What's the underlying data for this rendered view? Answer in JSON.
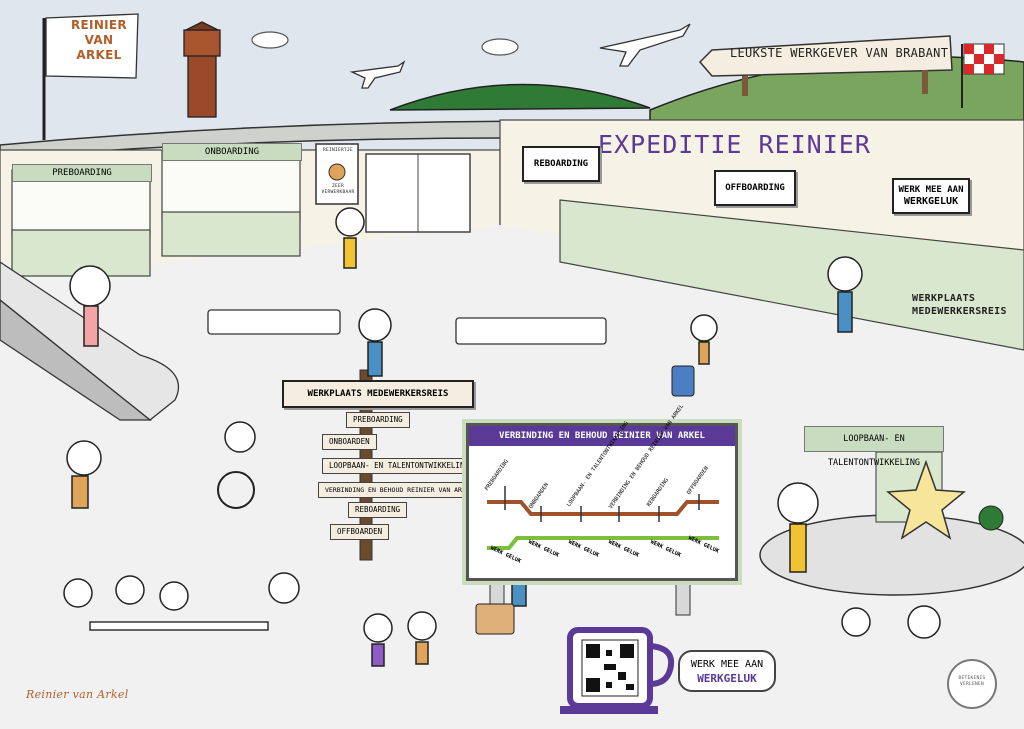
{
  "flag_left": {
    "line1": "REINIER",
    "line2": "VAN",
    "line3": "ARKEL"
  },
  "hill_sign": "LEUKSTE WERKGEVER VAN BRABANT",
  "main_title": "EXPEDITIE REINIER",
  "counters": {
    "preboarding": "PREBOARDING",
    "onboarding": "ONBOARDING",
    "reboarding": "REBOARDING",
    "offboarding": "OFFBOARDING",
    "werk_mee": "WERK MEE AAN",
    "werkgeluk": "WERKGELUK",
    "werkplaats_1": "WERKPLAATS",
    "werkplaats_2": "MEDEWERKERSREIS"
  },
  "poster": {
    "line1": "REINIERTJE",
    "line2": "ZEER",
    "line3": "VERWERKBAAR"
  },
  "signpost": {
    "header": "WERKPLAATS MEDEWERKERSREIS",
    "arrows": [
      "PREBOARDING",
      "ONBOARDEN",
      "LOOPBAAN- EN TALENTONTWIKKELING",
      "VERBINDING EN BEHOUD REINIER VAN ARKEL",
      "REBOARDING",
      "OFFBOARDEN"
    ]
  },
  "board": {
    "title": "VERBINDING EN BEHOUD  REINIER VAN ARKEL",
    "stages": [
      "PREBOARDING",
      "ONBOARDEN",
      "LOOPBAAN- EN TALENTONTWIKKELING",
      "VERBINDING EN BEHOUD REINIER VAN ARKEL",
      "REBOARDING",
      "OFFBOARDEN"
    ],
    "geluk": [
      "WERK GELUK",
      "WERK GELUK",
      "WERK GELUK",
      "WERK GELUK",
      "WERK GELUK",
      "WERK GELUK"
    ]
  },
  "loopbaan_sign": "LOOPBAAN- EN TALENTONTWIKKELING",
  "bubble": {
    "line1": "WERK MEE AAN",
    "line2": "WERKGELUK"
  },
  "signature": "Reinier van Arkel",
  "stamp": "BETEKENIS VERLENEN",
  "colors": {
    "purple": "#5a3a96",
    "green_hill": "#2f7a35",
    "light_green": "#c9ddbd",
    "flag_red": "#d82a2a"
  }
}
